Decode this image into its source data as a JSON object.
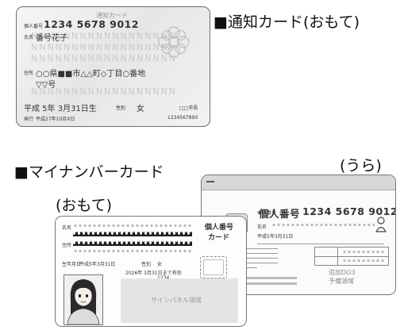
{
  "headings": {
    "notification_front": "■通知カード(おもて)",
    "mynumber_card": "■マイナンバーカード",
    "back_label": "(うら)",
    "front_label": "(おもて)"
  },
  "notification_card": {
    "title": "通知カード",
    "number_label": "個人番号",
    "number": "1234 5678 9012",
    "name_label": "氏名",
    "name": "番号花子",
    "address_label": "住所",
    "address_line1": "○○県■■市△△町◇丁目○番地",
    "address_line2": "▽▽号",
    "birth": "平成 5年 3月31日生",
    "sex_label": "性別",
    "sex": "女",
    "issuer": "□□市長",
    "issued_label": "発行",
    "issued": "平成27年10月X日",
    "serial": "1234567890"
  },
  "back_card": {
    "number_label": "個人番号",
    "number": "1234 5678 9012",
    "name_label": "氏名",
    "birth": "平成5年3月31日",
    "notes_title": "追加DO3",
    "notes_sub": "予備領域"
  },
  "front_card": {
    "badge_line1": "個人番号",
    "badge_line2": "カード",
    "name_label": "氏名",
    "address_label": "住所",
    "birth_label": "生年月日",
    "birth": "平成5年3月31日",
    "sex_label": "性別",
    "sex": "女",
    "expiry": "2026年 3月31日まで有効",
    "issuer_code": "1234",
    "signature_panel": "サインパネル領域"
  }
}
